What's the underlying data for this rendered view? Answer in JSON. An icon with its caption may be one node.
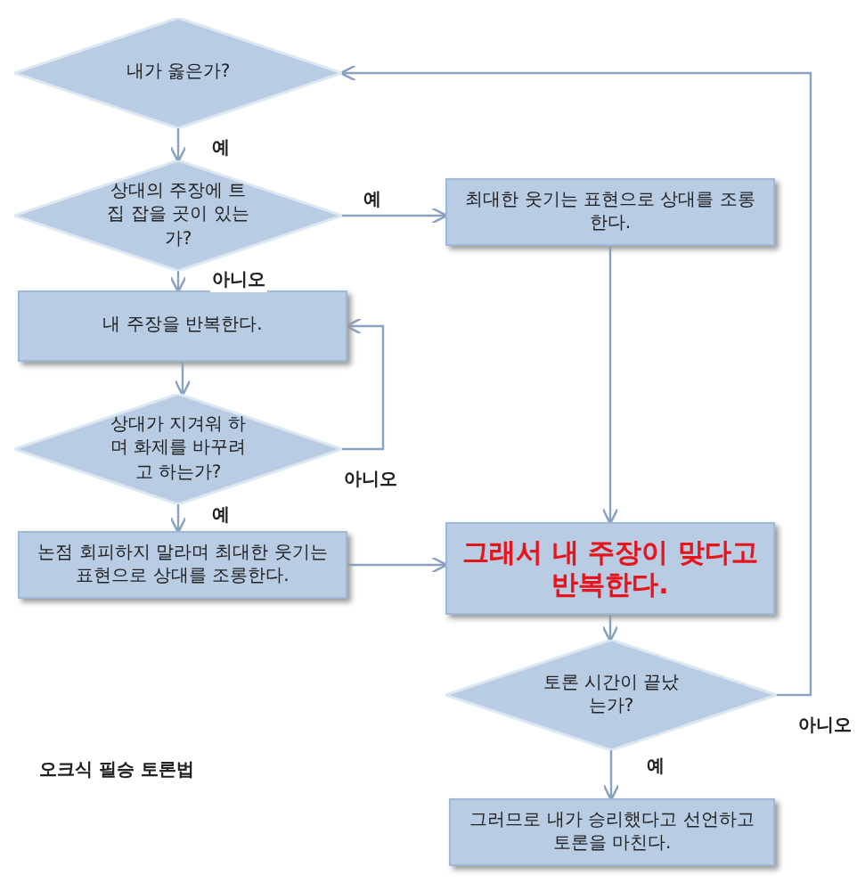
{
  "diagram": {
    "title": "오크식 필승 토론법",
    "nodes": [
      {
        "text": [
          "내가 옳은가?"
        ]
      },
      {
        "text": [
          "상대의 주장에 트집 잡을 곳이 있는가?"
        ]
      },
      {
        "text": [
          "최대한 웃기는 표현으로 상대를 조롱한다."
        ]
      },
      {
        "text": [
          "내 주장을 반복한다."
        ]
      },
      {
        "text": [
          "상대가 지겨워 하며 화제를 바꾸려고 하는가?"
        ]
      },
      {
        "text": [
          "논점 회피하지 말라며 최대한 웃기는 표현으로 상대를 조롱한다."
        ]
      },
      {
        "text": [
          "그래서 내 주장이 맞다고 반복한다."
        ]
      },
      {
        "text": [
          "토론 시간이 끝났는가?"
        ]
      },
      {
        "text": [
          "그러므로 내가 승리했다고 선언하고 토론을 마친다."
        ]
      }
    ],
    "edges": [
      {
        "from": 0,
        "to": 1,
        "arrow": "to",
        "label": "예"
      },
      {
        "from": 1,
        "to": 2,
        "arrow": "to",
        "label": "예"
      },
      {
        "from": 1,
        "to": 3,
        "arrow": "to",
        "label": "아니오"
      },
      {
        "from": 2,
        "to": 6,
        "arrow": "to"
      },
      {
        "from": 3,
        "to": 4,
        "arrow": "to"
      },
      {
        "from": 4,
        "to": 3,
        "arrow": "to",
        "label": "아니오"
      },
      {
        "from": 4,
        "to": 5,
        "arrow": "to",
        "label": "예"
      },
      {
        "from": 5,
        "to": 6,
        "arrow": "to"
      },
      {
        "from": 6,
        "to": 7,
        "arrow": "to"
      },
      {
        "from": 7,
        "to": 8,
        "arrow": "to",
        "label": "예"
      },
      {
        "from": 7,
        "to": 0,
        "arrow": "to",
        "label": "아니오"
      }
    ]
  }
}
